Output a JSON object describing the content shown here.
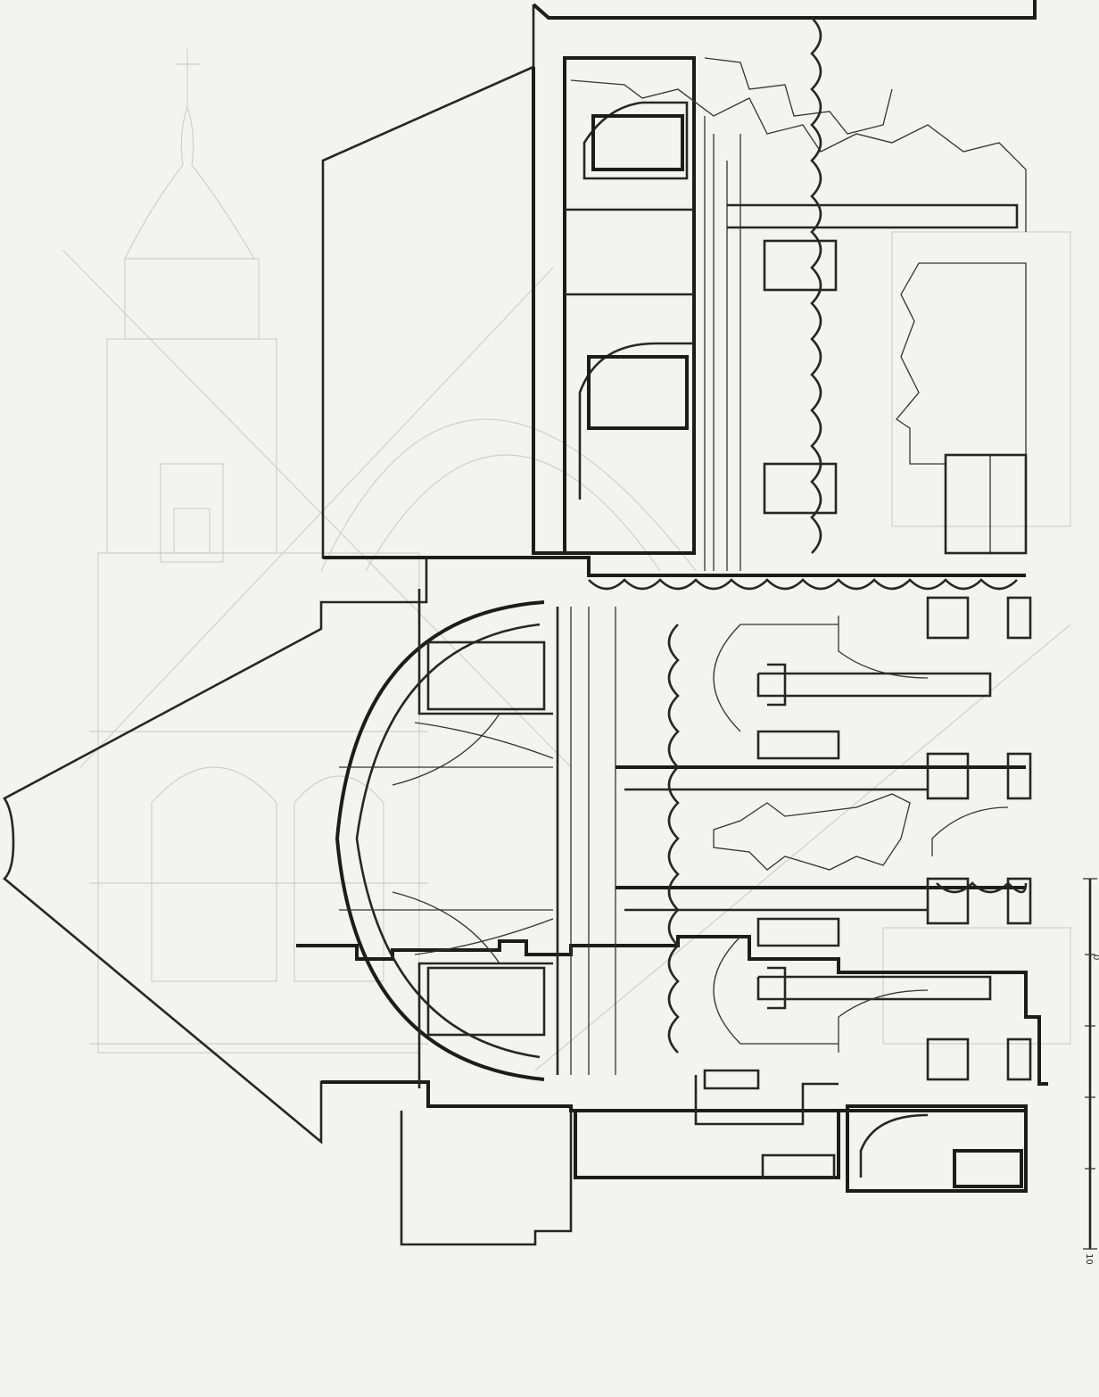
{
  "drawing": {
    "type": "architectural-section",
    "colors": {
      "paper": "#f3f3f1",
      "ink": "#1c1c1c",
      "faint_background": "#cfcfcc"
    }
  },
  "scale_bar": {
    "label_end": "0",
    "label_start": "10"
  }
}
